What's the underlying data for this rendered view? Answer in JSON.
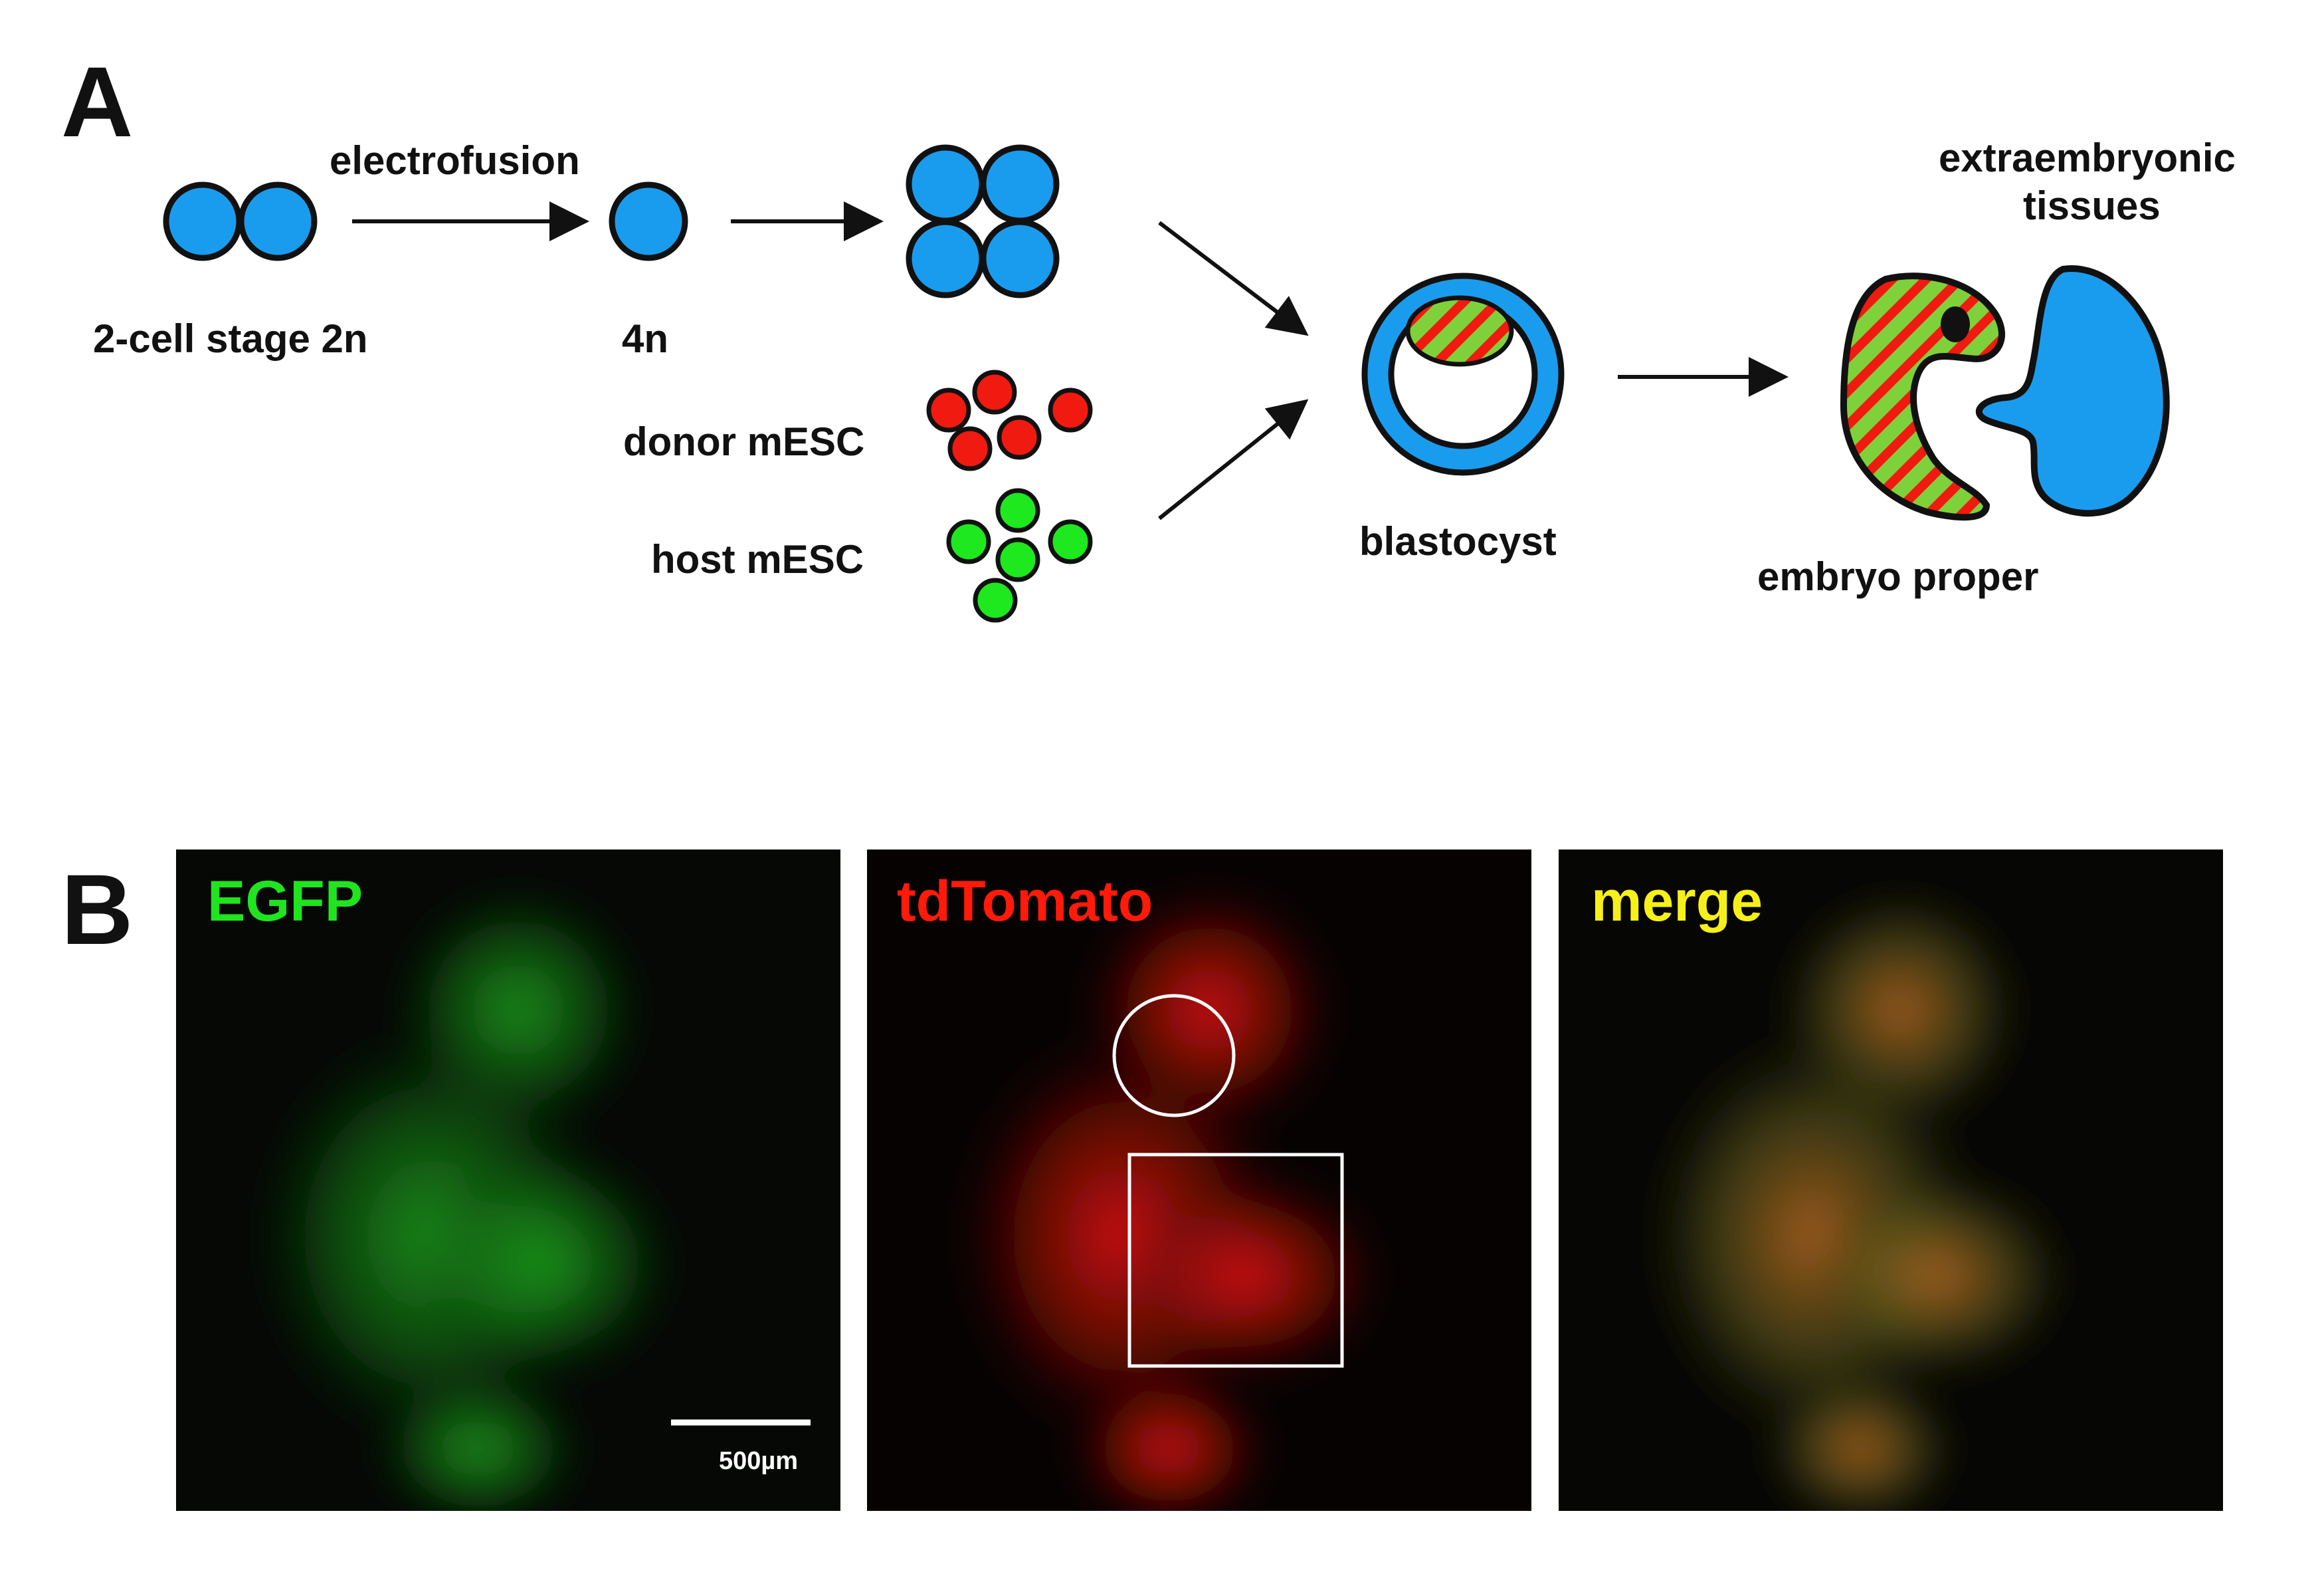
{
  "panel_a": {
    "letter": "A",
    "label_electrofusion": "electrofusion",
    "label_2cell": "2-cell stage 2n",
    "label_4n": "4n",
    "label_donor": "donor mESC",
    "label_host": "host mESC",
    "label_blastocyst": "blastocyst",
    "label_extraembryonic_line1": "extraembryonic",
    "label_extraembryonic_line2": "tissues",
    "label_embryo_proper": "embryo proper"
  },
  "panel_b": {
    "letter": "B",
    "label_egfp": "EGFP",
    "label_tdtomato": "tdTomato",
    "label_merge": "merge",
    "scale_bar_label": "500µm"
  },
  "colors": {
    "cell_blue": "#1a9cee",
    "donor_red": "#f01a10",
    "host_green": "#1ee81e",
    "stripe_green": "#7fd13b",
    "label_green": "#1fe41f",
    "label_red": "#ff1a0a",
    "label_yellow": "#f6f01a"
  }
}
